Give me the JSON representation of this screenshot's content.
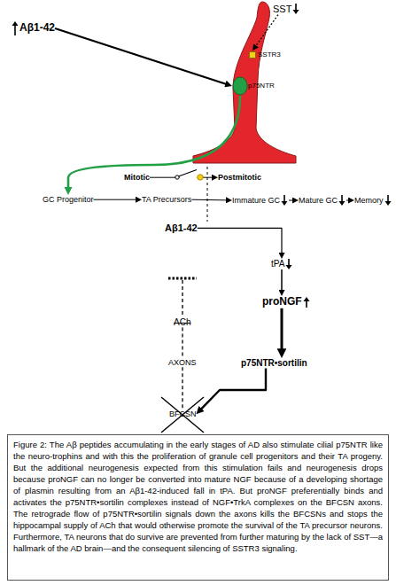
{
  "diagram": {
    "caption": "Figure 2: The Aβ peptides accumulating in the early stages of AD also stimulate cilial p75NTR like the neuro-trophins and with this the proliferation of granule cell progenitors and their TA progeny. But the additional neurogenesis expected from this stimulation fails and neurogenesis drops because proNGF can no longer be converted into mature NGF because of a developing shortage of plasmin resulting from an Aβ1-42-induced fall in tPA. But proNGF preferentially binds and activates the p75NTR•sortilin complexes instead of NGF•TrkA complexes on the BFCSN axons. The retrograde flow of p75NTR•sortilin signals down the axons kills the BFCSNs and stops the hippocampal supply of ACh that would otherwise promote the survival of the TA precursor neurons. Furthermore, TA neurons that do survive are prevented from further maturing by the lack of SST—a hallmark of the AD brain—and the consequent silencing of SSTR3 signaling.",
    "nodes": [
      {
        "text": [
          "Aβ1-42"
        ]
      },
      {
        "text": [
          "SST"
        ]
      },
      {
        "text": [
          "SSTR3"
        ]
      },
      {
        "text": [
          "p75NTR"
        ]
      },
      {
        "text": [
          "Mitotic"
        ]
      },
      {
        "text": [
          "Postmitotic"
        ]
      },
      {
        "text": [
          "GC Progenitor"
        ]
      },
      {
        "text": [
          "TA Precursors"
        ]
      },
      {
        "text": [
          "Immature GC"
        ]
      },
      {
        "text": [
          "Mature GC"
        ]
      },
      {
        "text": [
          "Memory"
        ]
      },
      {
        "text": [
          "Aβ1-42"
        ]
      },
      {
        "text": [
          "tPA"
        ]
      },
      {
        "text": [
          "proNGF"
        ]
      },
      {
        "text": [
          "ACh"
        ]
      },
      {
        "text": [
          "AXONS"
        ]
      },
      {
        "text": [
          "p75NTR•sortilin"
        ]
      },
      {
        "text": [
          "BFCSN"
        ]
      }
    ],
    "edges": [
      {
        "from": 0,
        "to": 3,
        "arrow": "to"
      },
      {
        "from": 1,
        "to": 2,
        "arrow": "to"
      },
      {
        "from": 4,
        "to": 5,
        "arrow": "to"
      },
      {
        "from": 3,
        "to": 6,
        "arrow": "to"
      },
      {
        "from": 6,
        "to": 7,
        "arrow": "to"
      },
      {
        "from": 7,
        "to": 8,
        "arrow": "to"
      },
      {
        "from": 8,
        "to": 9,
        "arrow": "to"
      },
      {
        "from": 9,
        "to": 10,
        "arrow": "to"
      },
      {
        "from": 11,
        "to": 12,
        "arrow": "to"
      },
      {
        "from": 12,
        "to": 13,
        "arrow": "to"
      },
      {
        "from": 13,
        "to": 16,
        "arrow": "to"
      },
      {
        "from": 16,
        "to": 17,
        "arrow": "to"
      },
      {
        "from": 14,
        "to": 15,
        "arrow": "none"
      },
      {
        "from": 15,
        "to": 17,
        "arrow": "none"
      }
    ]
  }
}
